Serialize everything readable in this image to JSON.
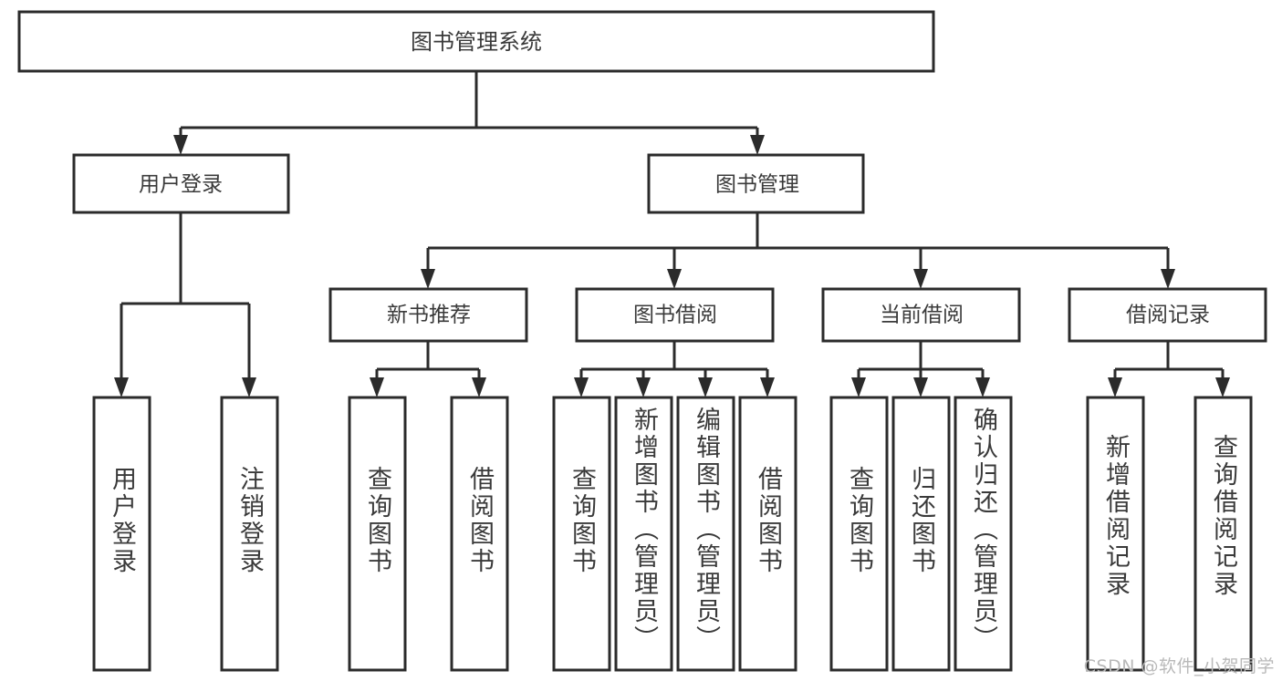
{
  "diagram": {
    "type": "hierarchy-tree",
    "title": "图书管理系统",
    "orientation": "top-down",
    "colors": {
      "stroke": "#2b2b2b",
      "fill": "#ffffff",
      "text": "#3a3a3a",
      "watermark": "#b9b9b9"
    },
    "root": {
      "id": "root",
      "label": "图书管理系统"
    },
    "level2": [
      {
        "id": "user-login",
        "label": "用户登录"
      },
      {
        "id": "book-manage",
        "label": "图书管理"
      }
    ],
    "level3": [
      {
        "id": "new-book-recommend",
        "label": "新书推荐",
        "parent": "book-manage"
      },
      {
        "id": "book-borrow",
        "label": "图书借阅",
        "parent": "book-manage"
      },
      {
        "id": "current-borrow",
        "label": "当前借阅",
        "parent": "book-manage"
      },
      {
        "id": "borrow-record",
        "label": "借阅记录",
        "parent": "book-manage"
      }
    ],
    "leaves": [
      {
        "id": "leaf-user-login",
        "label": "用户登录",
        "parent": "user-login"
      },
      {
        "id": "leaf-logout",
        "label": "注销登录",
        "parent": "user-login"
      },
      {
        "id": "leaf-query-book-1",
        "label": "查询图书",
        "parent": "new-book-recommend"
      },
      {
        "id": "leaf-borrow-book-1",
        "label": "借阅图书",
        "parent": "new-book-recommend"
      },
      {
        "id": "leaf-query-book-2",
        "label": "查询图书",
        "parent": "book-borrow"
      },
      {
        "id": "leaf-add-book",
        "label": "新增图书（管理员）",
        "parent": "book-borrow"
      },
      {
        "id": "leaf-edit-book",
        "label": "编辑图书（管理员）",
        "parent": "book-borrow"
      },
      {
        "id": "leaf-borrow-book-2",
        "label": "借阅图书",
        "parent": "book-borrow"
      },
      {
        "id": "leaf-query-book-3",
        "label": "查询图书",
        "parent": "current-borrow"
      },
      {
        "id": "leaf-return-book",
        "label": "归还图书",
        "parent": "current-borrow"
      },
      {
        "id": "leaf-confirm-return",
        "label": "确认归还（管理员）",
        "parent": "current-borrow"
      },
      {
        "id": "leaf-add-record",
        "label": "新增借阅记录",
        "parent": "borrow-record"
      },
      {
        "id": "leaf-query-record",
        "label": "查询借阅记录",
        "parent": "borrow-record"
      }
    ]
  },
  "watermark": {
    "text": "CSDN @软件_小贺同学"
  }
}
